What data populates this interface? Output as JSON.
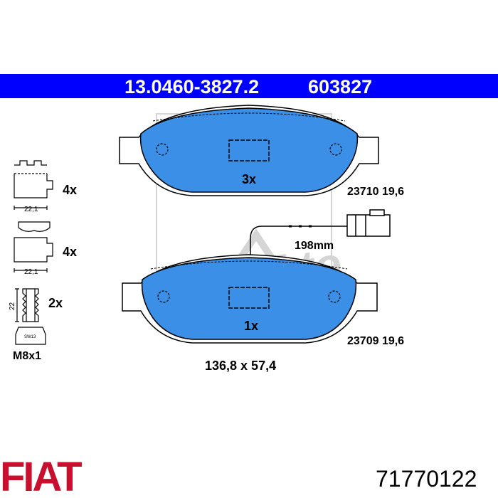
{
  "header": {
    "part_number": "13.0460-3827.2",
    "ref_number": "603827",
    "background_color": "#0000ff"
  },
  "pad_upper": {
    "quantity": "3x",
    "spec": "23710  19,6"
  },
  "pad_lower": {
    "quantity": "1x",
    "spec": "23709 19,6"
  },
  "wear_sensor": {
    "length": "198mm"
  },
  "dimensions": "136,8 x 57,4",
  "hardware": {
    "clip_upper": {
      "width": "22,1",
      "quantity": "4x"
    },
    "clip_lower": {
      "width": "22,1",
      "quantity": "4x"
    },
    "bolt": {
      "height": "22",
      "wrench": "SW13",
      "thread": "M8x1",
      "quantity": "2x"
    }
  },
  "watermark": {
    "text": "Ate",
    "icon": "ate-logo-watermark"
  },
  "footer": {
    "brand": "FIAT",
    "brand_color": "#c8102e",
    "oem_number": "71770122"
  },
  "colors": {
    "pad_fill": "#3b8fe6",
    "outline": "#000000"
  }
}
